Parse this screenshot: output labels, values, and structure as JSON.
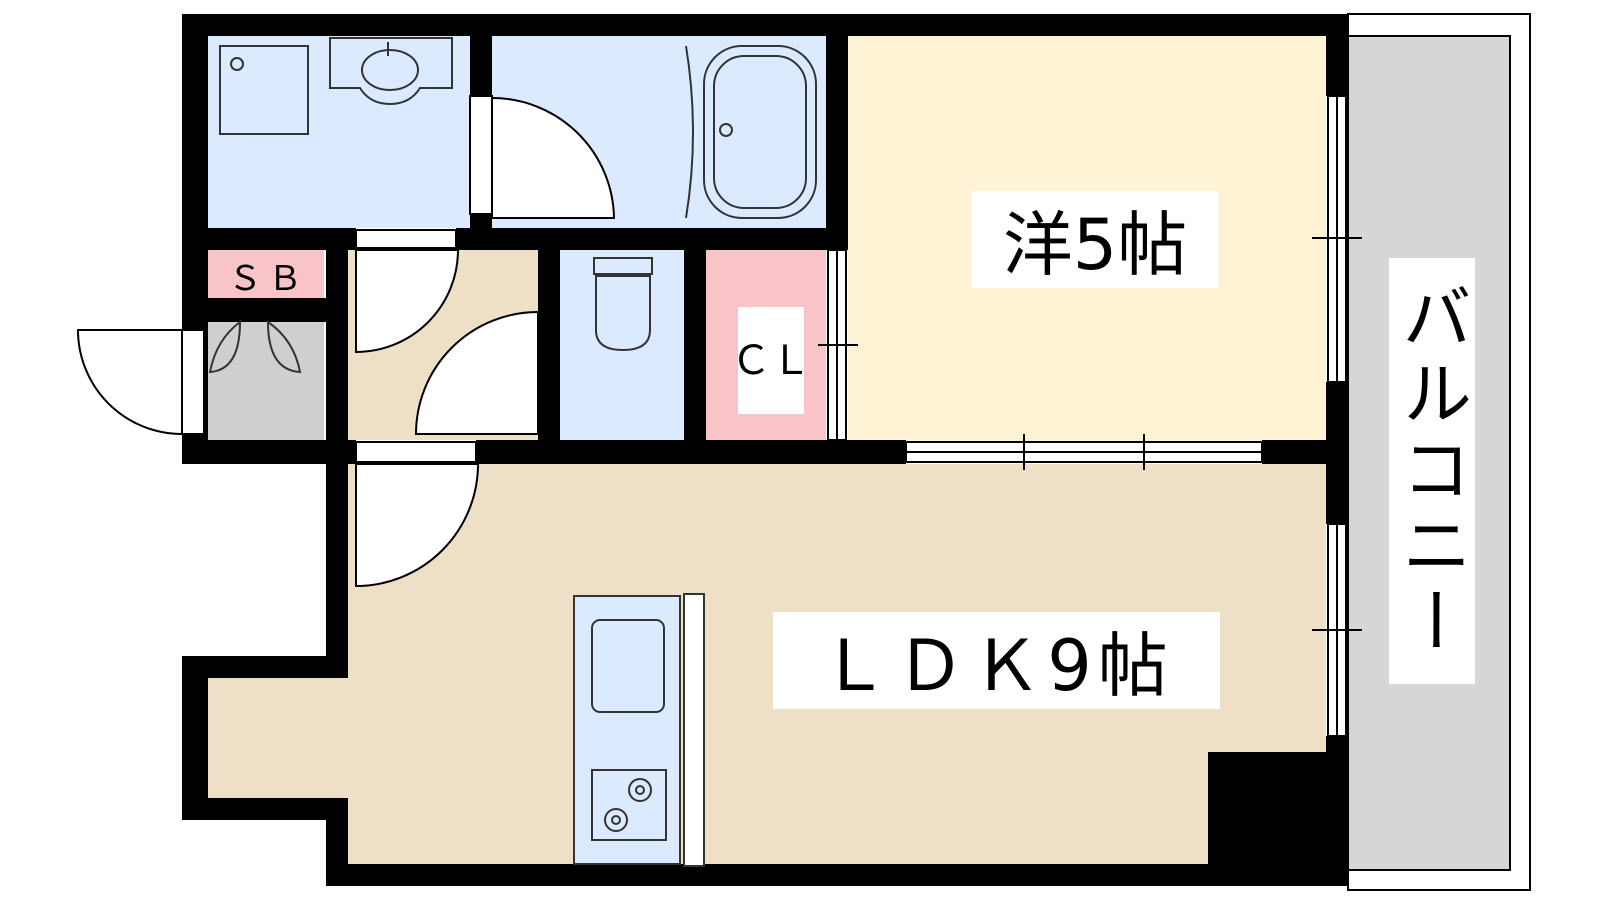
{
  "floor_plan": {
    "rooms": {
      "bedroom": {
        "label": "洋5帖"
      },
      "ldk": {
        "label": "ＬＤＫ9帖"
      },
      "balcony": {
        "label": "バルコニー"
      },
      "shoe_box": {
        "label": "ＳＢ"
      },
      "closet": {
        "label": "ＣＬ"
      }
    },
    "colors": {
      "wall": "#000000",
      "wet_area": "#dbeaff",
      "bedroom_floor": "#fdf2d4",
      "ldk_floor": "#eedfc7",
      "closet_floor": "#f8c4c8",
      "entrance_storage": "#cfcfcf",
      "balcony": "#d6d6d6",
      "fixture_outline": "#333333"
    }
  }
}
